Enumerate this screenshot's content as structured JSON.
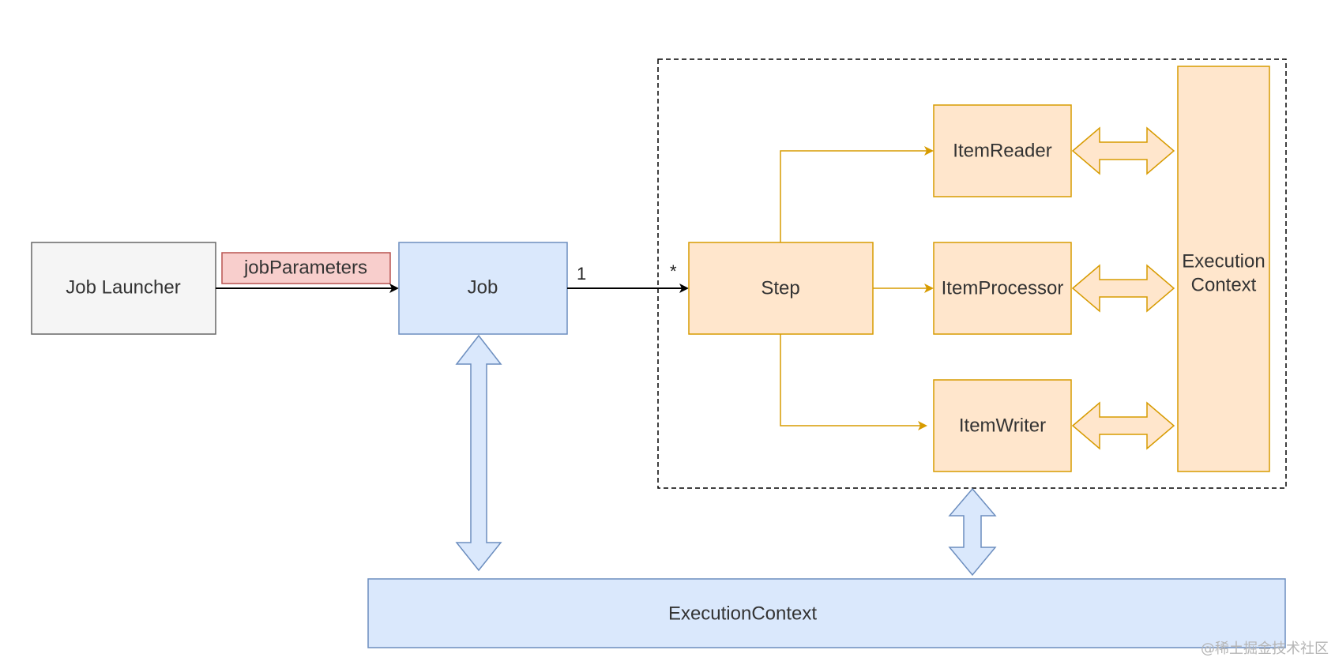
{
  "nodes": {
    "job_launcher": "Job Launcher",
    "job_parameters": "jobParameters",
    "job": "Job",
    "step": "Step",
    "item_reader": "ItemReader",
    "item_processor": "ItemProcessor",
    "item_writer": "ItemWriter",
    "step_execution_context_line1": "Execution",
    "step_execution_context_line2": "Context",
    "job_execution_context": "ExecutionContext"
  },
  "edges": {
    "job_to_step_source_multiplicity": "1",
    "job_to_step_target_multiplicity": "*"
  },
  "watermark": "@稀土掘金技术社区",
  "colors": {
    "gray_fill": "#f5f5f5",
    "gray_stroke": "#666666",
    "red_fill": "#f8cecc",
    "red_stroke": "#b85450",
    "blue_fill": "#dae8fc",
    "blue_stroke": "#6c8ebf",
    "orange_fill": "#ffe6cc",
    "orange_stroke": "#d79b00",
    "connector_orange": "#d79b00",
    "connector_black": "#000000"
  }
}
